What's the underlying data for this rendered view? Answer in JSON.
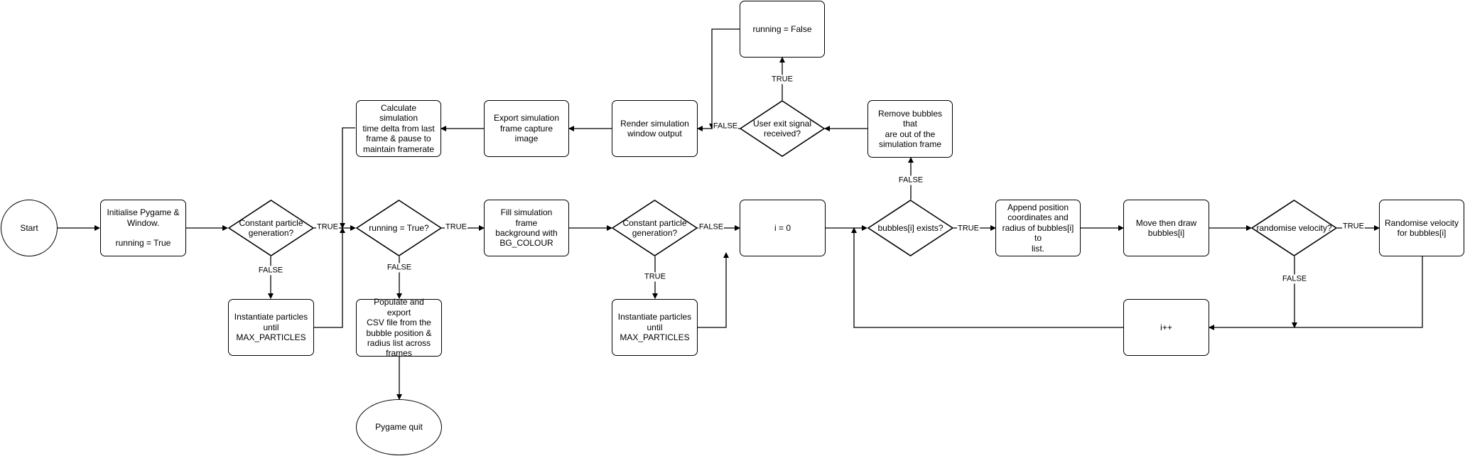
{
  "nodes": {
    "start": "Start",
    "init": "Initialise Pygame &\nWindow.\n\nrunning = True",
    "const1": "Constant particle\ngeneration?",
    "inst1": "Instantiate particles\nuntil\nMAX_PARTICLES",
    "running": "running = True?",
    "export_csv": "Populate and export\nCSV file from the\nbubble position &\nradius list across\nframes",
    "quit": "Pygame quit",
    "fill_bg": "Fill simulation frame\nbackground with\nBG_COLOUR",
    "const2": "Constant particle\ngeneration?",
    "inst2": "Instantiate particles\nuntil\nMAX_PARTICLES",
    "i_zero": "i = 0",
    "bubbles_exists": "bubbles[i] exists?",
    "append_pos": "Append position\ncoordinates and\nradius of bubbles[i] to\nlist.",
    "move_draw": "Move then draw\nbubbles[i]",
    "randomise_q": "randomise velocity?",
    "randomise": "Randomise velocity\nfor bubbles[i]",
    "i_inc": "i++",
    "remove": "Remove bubbles that\nare out of the\nsimulation frame",
    "exit_signal": "User exit signal\nreceived?",
    "running_false": "running = False",
    "render": "Render simulation\nwindow output",
    "export_frame": "Export simulation\nframe capture image",
    "calc_delta": "Calculate simulation\ntime delta from last\nframe & pause to\nmaintain framerate"
  },
  "edge_labels": {
    "const1_true": "TRUE",
    "const1_false": "FALSE",
    "running_true": "TRUE",
    "running_false": "FALSE",
    "const2_false": "FALSE",
    "const2_true": "TRUE",
    "exists_true": "TRUE",
    "exists_false": "FALSE",
    "randomise_true": "TRUE",
    "randomise_false": "FALSE",
    "exit_true": "TRUE",
    "exit_false": "FALSE"
  }
}
